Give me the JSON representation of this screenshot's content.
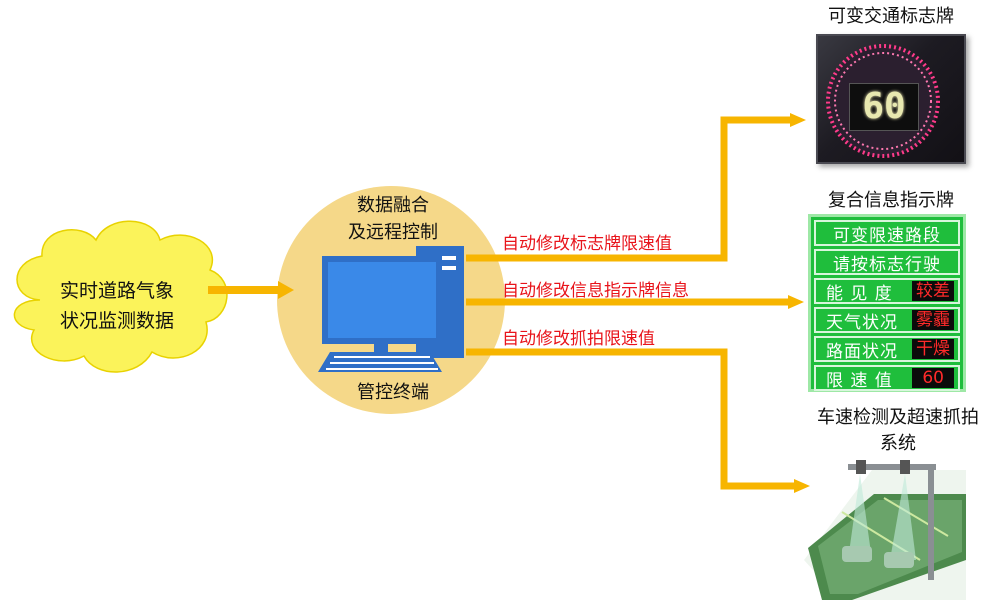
{
  "source": {
    "label_line1": "实时道路气象",
    "label_line2": "状况监测数据"
  },
  "hub": {
    "title_line1": "数据融合",
    "title_line2": "及远程控制",
    "caption": "管控终端"
  },
  "actions": [
    {
      "label": "自动修改标志牌限速值"
    },
    {
      "label": "自动修改信息指示牌信息"
    },
    {
      "label": "自动修改抓拍限速值"
    }
  ],
  "devices": {
    "speed_sign": {
      "title": "可变交通标志牌",
      "display_value": "60"
    },
    "info_board": {
      "title": "复合信息指示牌",
      "rows": [
        {
          "text": "可变限速路段"
        },
        {
          "text": "请按标志行驶"
        },
        {
          "label": "能 见 度",
          "value": "较差"
        },
        {
          "label": "天气状况",
          "value": "雾霾"
        },
        {
          "label": "路面状况",
          "value": "干燥"
        },
        {
          "label": "限 速 值",
          "value": "60"
        }
      ]
    },
    "camera_system": {
      "title_line1": "车速检测及超速抓拍",
      "title_line2": "系统"
    }
  },
  "colors": {
    "arrow": "#f7b500",
    "cloud_fill": "#fbf35a",
    "hub_fill": "#f5d889",
    "action_text": "#e8141b",
    "board_green": "#1fbe3c",
    "sign_ring": "#ff3b8a"
  }
}
